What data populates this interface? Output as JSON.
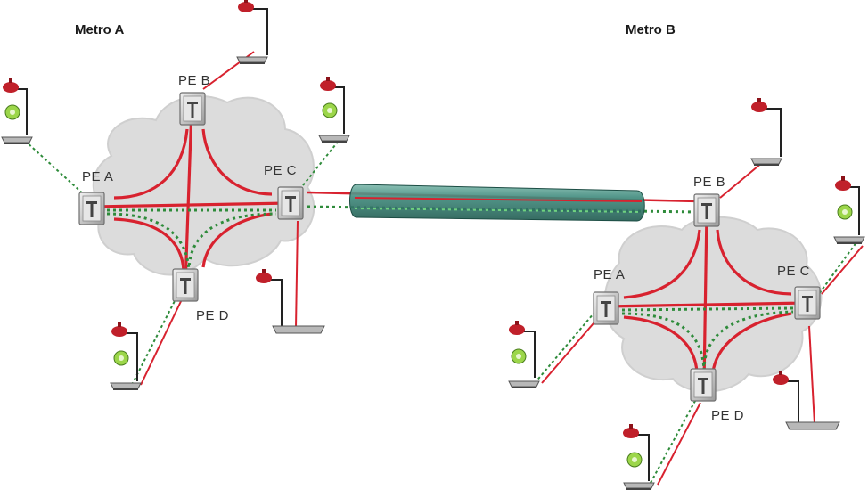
{
  "metro_a": {
    "title": "Metro A",
    "pe_labels": {
      "a": "PE A",
      "b": "PE B",
      "c": "PE C",
      "d": "PE D"
    }
  },
  "metro_b": {
    "title": "Metro B",
    "pe_labels": {
      "a": "PE A",
      "b": "PE B",
      "c": "PE C",
      "d": "PE D"
    }
  },
  "colors": {
    "cloud": "#dcdcdc",
    "red_link": "#d8222f",
    "green_dotted_link": "#2e8b3a",
    "trunk": "#2f7a6e",
    "router_body": "#c9c9c9"
  },
  "icons": [
    "cloud-icon",
    "pe-router-icon",
    "camera-icon",
    "phone-icon",
    "workstation-base-icon",
    "trunk-pipe-icon"
  ]
}
